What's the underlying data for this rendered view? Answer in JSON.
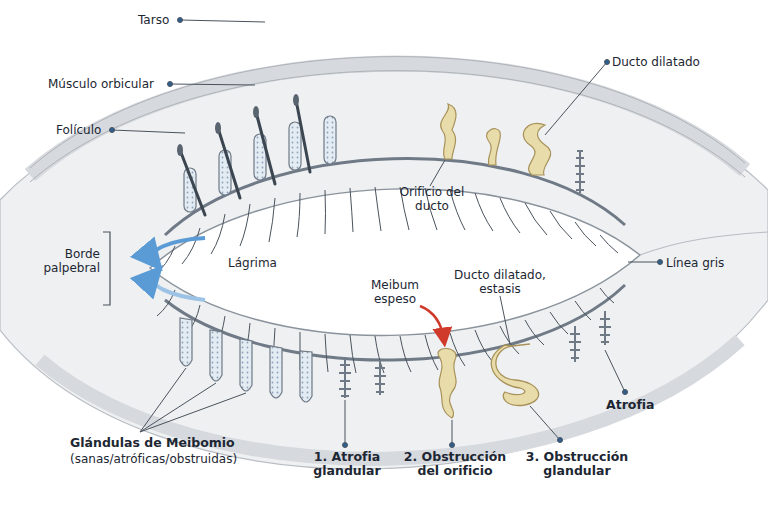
{
  "diagram": {
    "labels": [
      "Tarso",
      "Músculo orbicular",
      "Folículo",
      "Ducto dilatado",
      "Orificio del ducto",
      "Borde palpebral",
      "Lágrima",
      "Línea gris",
      "Meibum espeso",
      "Ducto dilatado, estasis",
      "Atrofia",
      "Glándulas de Meibomio",
      "(sanas/atróficas/obstruidas)",
      "1. Atrofia glandular",
      "2. Obstrucción del orificio",
      "3. Obstrucción glandular"
    ]
  }
}
